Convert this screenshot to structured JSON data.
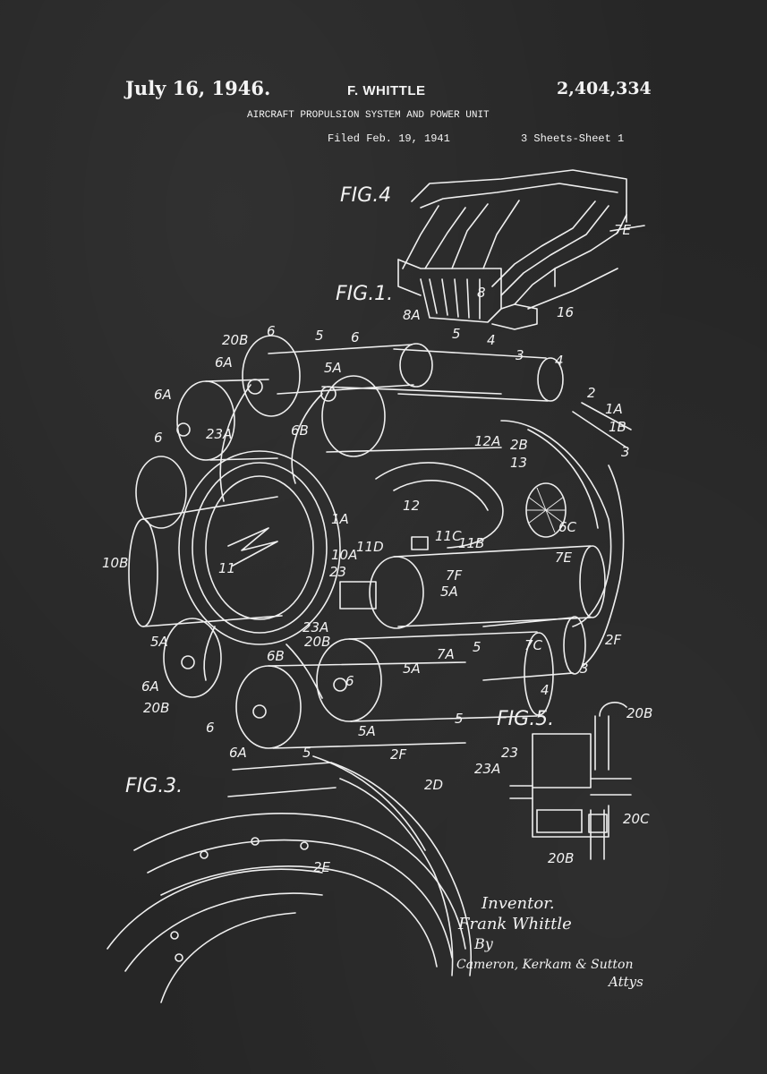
{
  "header": {
    "date": "July 16, 1946.",
    "inventor": "F. WHITTLE",
    "patent_number": "2,404,334",
    "title": "AIRCRAFT PROPULSION SYSTEM AND POWER UNIT",
    "filed": "Filed Feb. 19, 1941",
    "sheets": "3 Sheets-Sheet 1"
  },
  "figures": {
    "fig4": "FIG.4",
    "fig1": "FIG.1.",
    "fig3": "FIG.3.",
    "fig5": "FIG.5."
  },
  "refs": {
    "r7e_top": "7E",
    "r8": "8",
    "r8a": "8A",
    "r16": "16",
    "r20b_top": "20B",
    "r6_a": "6",
    "r5_a": "5",
    "r6_b": "6",
    "r6a_a": "6A",
    "r5a_a": "5A",
    "r5_b": "5",
    "r4_a": "4",
    "r3_a": "3",
    "r4_b": "4",
    "r2_a": "2",
    "r1a": "1A",
    "r1b": "1B",
    "r3_b": "3",
    "r6a_b": "6A",
    "r6_c": "6",
    "r23a_a": "23A",
    "r6b_a": "6B",
    "r12a": "12A",
    "r2b": "2B",
    "r13": "13",
    "r1a_b": "1A",
    "r12": "12",
    "r11c": "11C",
    "r11b": "11B",
    "r6c": "6C",
    "r10b": "10B",
    "r11": "11",
    "r10a": "10A",
    "r11d": "11D",
    "r23": "23",
    "r7f": "7F",
    "r7e": "7E",
    "r5a_b": "5A",
    "r23a_b": "23A",
    "r20b_b": "20B",
    "r5a_c": "5A",
    "r7a": "7A",
    "r5_c": "5",
    "r7c": "7C",
    "r2f": "2F",
    "r3_c": "3",
    "r6a_c": "6A",
    "r20b_c": "20B",
    "r6b_b": "6B",
    "r6_d": "6",
    "r5a_d": "5A",
    "r4_c": "4",
    "r5_d": "5",
    "r6_e": "6",
    "r6a_d": "6A",
    "r5_e": "5",
    "r5a_e": "5A",
    "r2f_b": "2F",
    "r2d": "2D",
    "r2e": "2E",
    "r20b_f5": "20B",
    "r23_f5": "23",
    "r23a_f5": "23A",
    "r20c": "20C",
    "r20b_f5b": "20B"
  },
  "signature": {
    "inventor_label": "Inventor.",
    "inventor_name": "Frank Whittle",
    "by": "By",
    "attorneys": "Cameron, Kerkam & Sutton",
    "attys": "Attys"
  }
}
